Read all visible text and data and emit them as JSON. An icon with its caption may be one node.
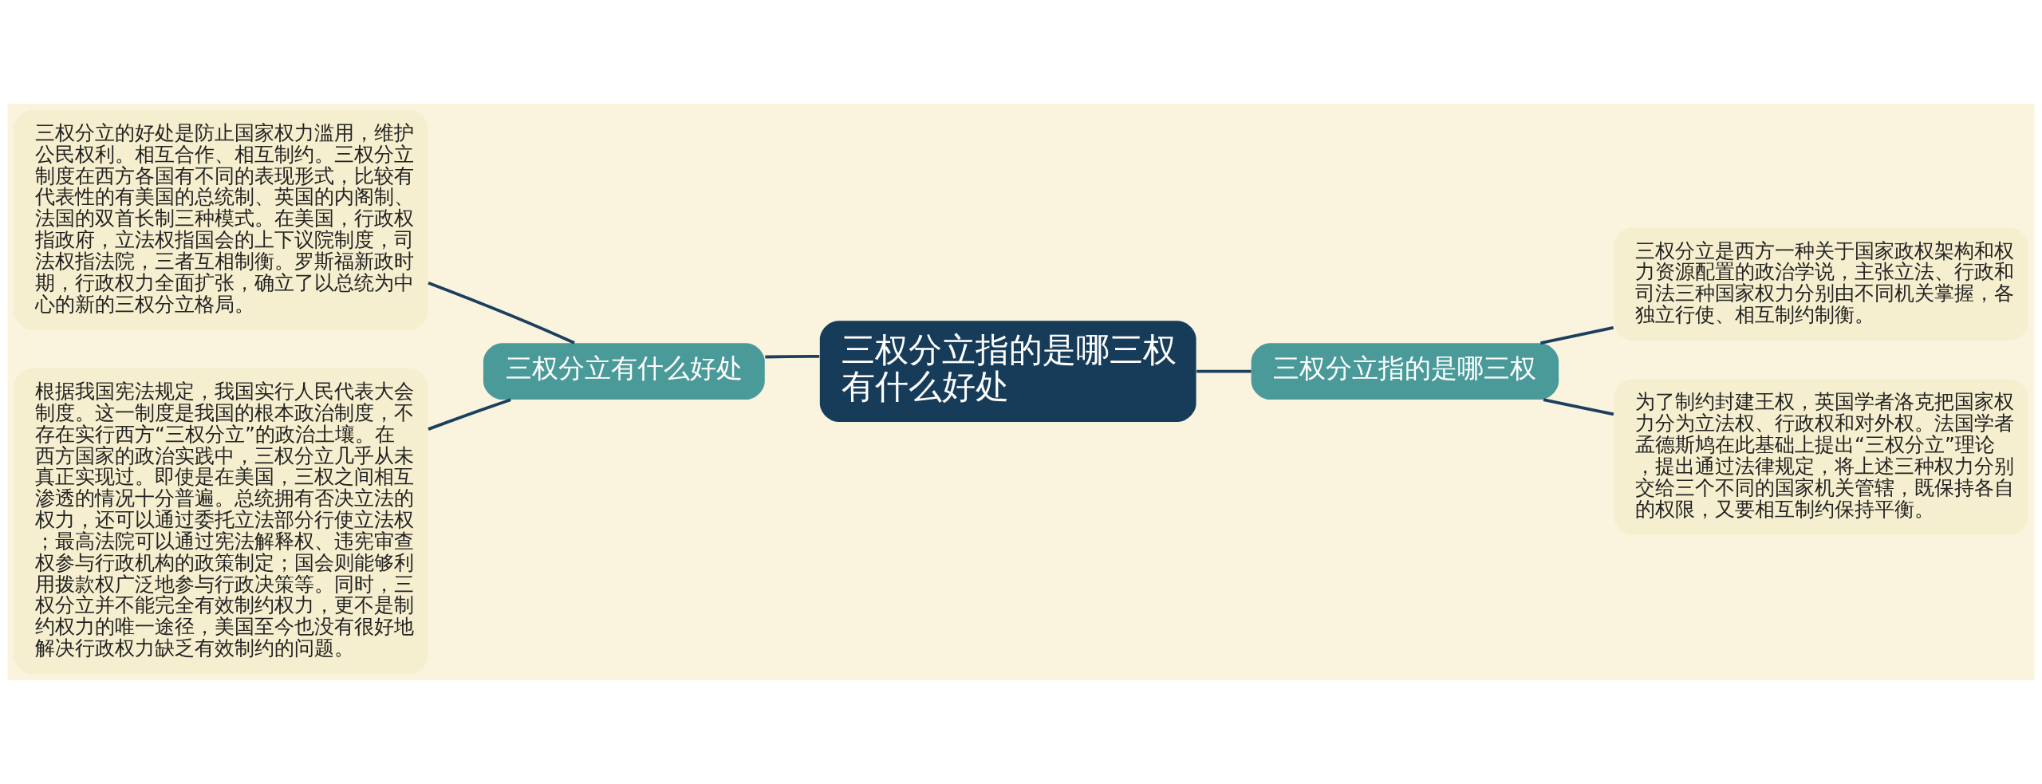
{
  "diagram": {
    "nodes": [
      {
        "text": [
          "三权分立指的是哪三权有什么好处"
        ]
      },
      {
        "text": [
          "三权分立有什么好处"
        ]
      },
      {
        "text": [
          "三权分立的好处是防止国家权力滥用，维护公民权利。相互合作、相互制约。三权分立制度在西方各国有不同的表现形式，比较有代表性的有美国的总统制、英国的内阁制、法国的双首长制三种模式。在美国，行政权指政府，立法权指国会的上下议院制度，司法权指法院，三者互相制衡。罗斯福新政时期，行政权力全面扩张，确立了以总统为中心的新的三权分立格局。"
        ]
      },
      {
        "text": [
          "根据我国宪法规定，我国实行人民代表大会制度。这一制度是我国的根本政治制度，不存在实行西方“三权分立”的政治土壤。在西方国家的政治实践中，三权分立几乎从未真正实现过。即使是在美国，三权之间相互渗透的情况十分普遍。总统拥有否决立法的权力，还可以通过委托立法部分行使立法权；最高法院可以通过宪法解释权、违宪审查权参与行政机构的政策制定；国会则能够利用拨款权广泛地参与行政决策等。同时，三权分立并不能完全有效制约权力，更不是制约权力的唯一途径，美国至今也没有很好地解决行政权力缺乏有效制约的问题。"
        ]
      },
      {
        "text": [
          "三权分立指的是哪三权"
        ]
      },
      {
        "text": [
          "三权分立是西方一种关于国家政权架构和权力资源配置的政治学说，主张立法、行政和司法三种国家权力分别由不同机关掌握，各独立行使、相互制约制衡。"
        ]
      },
      {
        "text": [
          "为了制约封建王权，英国学者洛克把国家权力分为立法权、行政权和对外权。法国学者孟德斯鸠在此基础上提出“三权分立”理论，提出通过法律规定，将上述三种权力分别交给三个不同的国家机关管辖，既保持各自的权限，又要相互制约保持平衡。"
        ]
      }
    ],
    "edges": [
      {
        "from": 0,
        "to": 1,
        "arrow": "none"
      },
      {
        "from": 1,
        "to": 2,
        "arrow": "none"
      },
      {
        "from": 1,
        "to": 3,
        "arrow": "none"
      },
      {
        "from": 0,
        "to": 4,
        "arrow": "none"
      },
      {
        "from": 4,
        "to": 5,
        "arrow": "none"
      },
      {
        "from": 4,
        "to": 6,
        "arrow": "none"
      }
    ]
  }
}
